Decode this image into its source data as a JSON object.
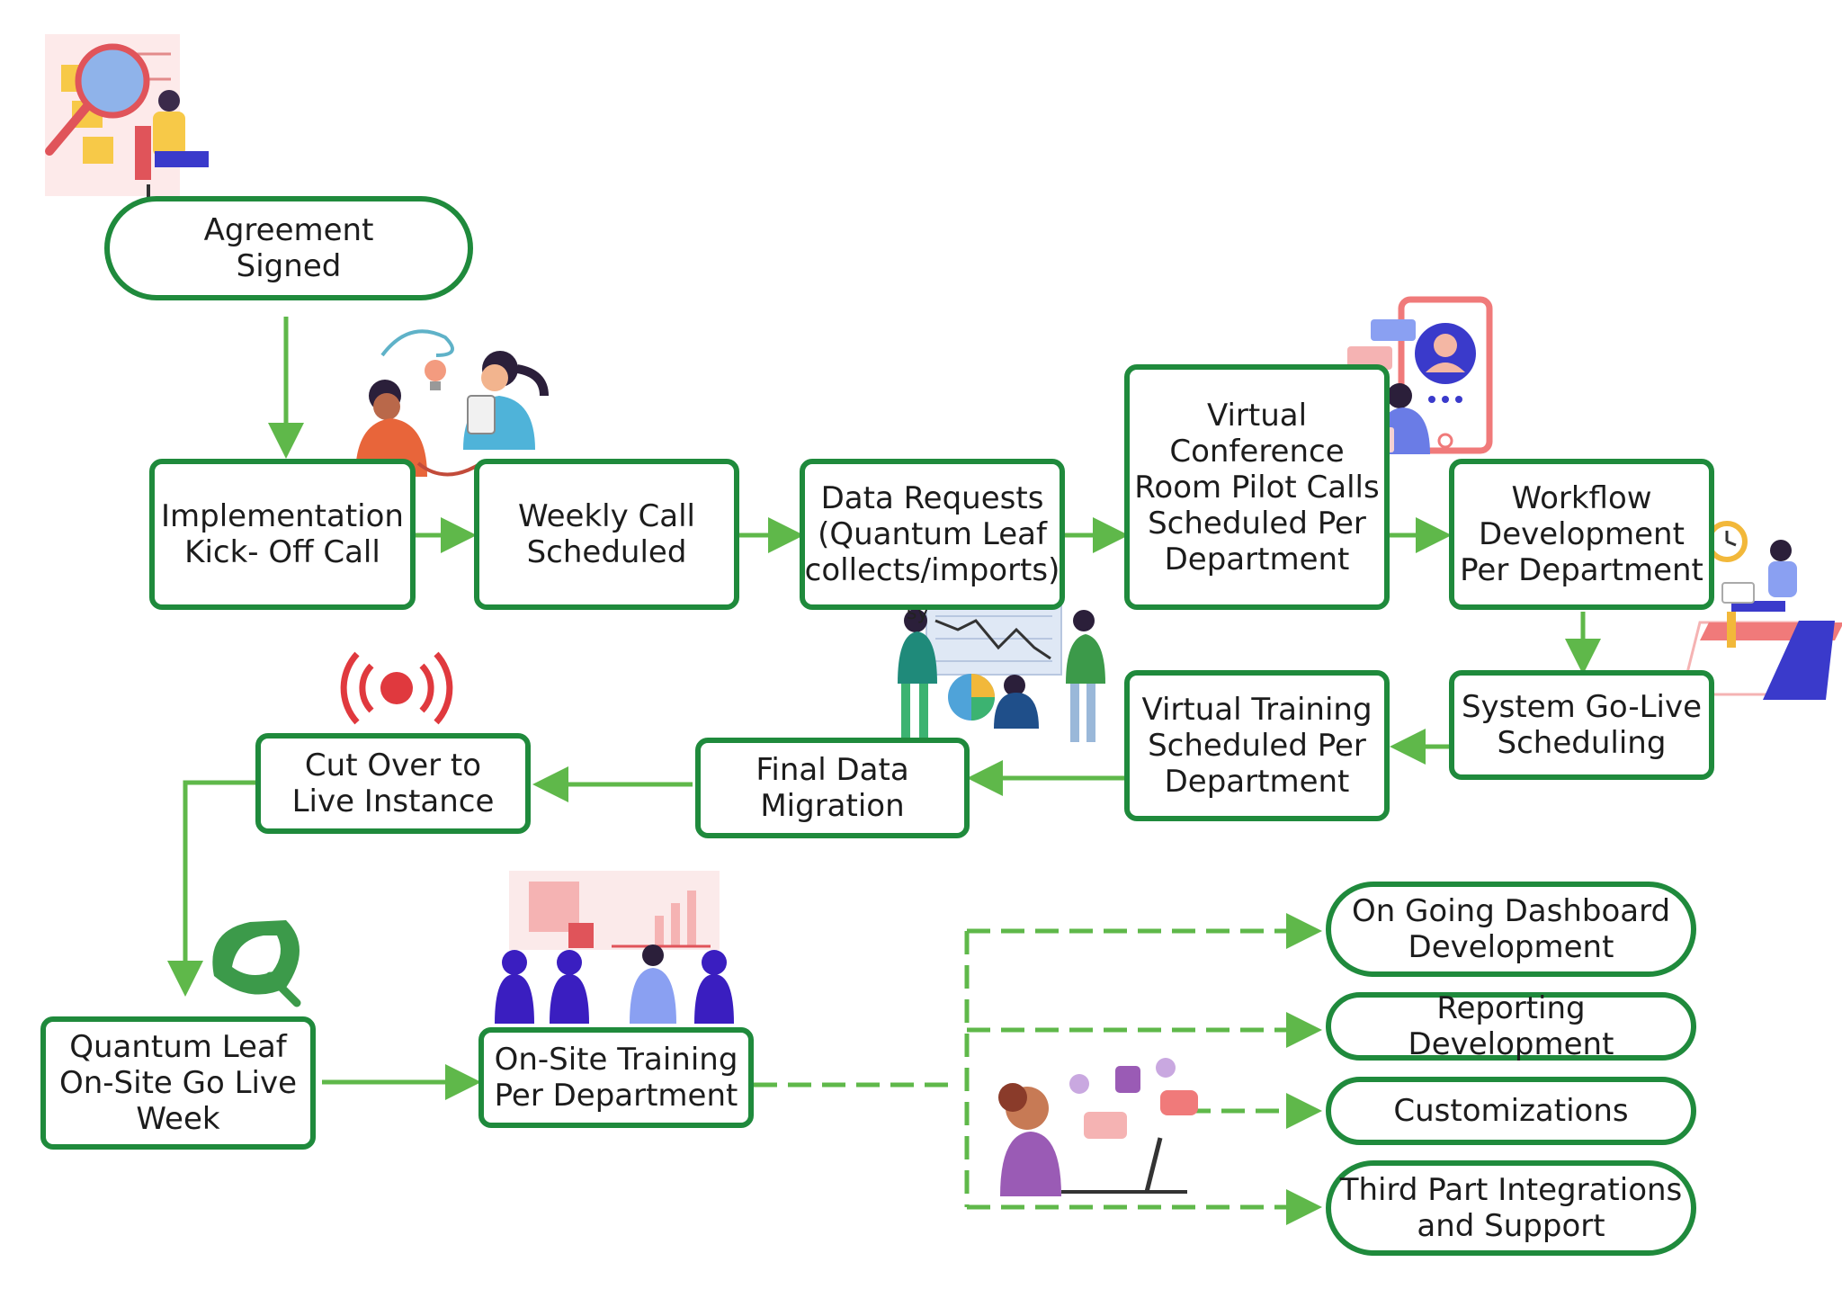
{
  "colors": {
    "node_border": "#1f8a3c",
    "arrow": "#5fb84a",
    "text": "#1c1c1c"
  },
  "nodes": {
    "agreement": "Agreement\nSigned",
    "kickoff": "Implementation\nKick- Off Call",
    "weekly": "Weekly Call\nScheduled",
    "data_requests": "Data Requests\n(Quantum Leaf\ncollects/imports)",
    "virtual_conf": "Virtual\nConference\nRoom Pilot Calls\nScheduled Per\nDepartment",
    "workflow": "Workflow\nDevelopment\nPer Department",
    "go_live_sched": "System Go-Live\nScheduling",
    "virtual_training": "Virtual Training\nScheduled Per\nDepartment",
    "final_migration": "Final Data\nMigration",
    "cut_over": "Cut Over to\nLive Instance",
    "onsite_week": "Quantum Leaf\nOn-Site Go Live\nWeek",
    "onsite_training": "On-Site Training\nPer Department",
    "dashboard": "On Going Dashboard\nDevelopment",
    "reporting": "Reporting Development",
    "customizations": "Customizations",
    "third_party": "Third Part Integrations\nand Support"
  },
  "illustrations": [
    "magnifier-document-icon",
    "phone-call-people-icon",
    "video-call-phone-icon",
    "clock-calendar-icon",
    "data-chart-team-icon",
    "broadcast-signal-icon",
    "quantum-leaf-logo-icon",
    "presentation-audience-icon",
    "support-agent-icon"
  ]
}
